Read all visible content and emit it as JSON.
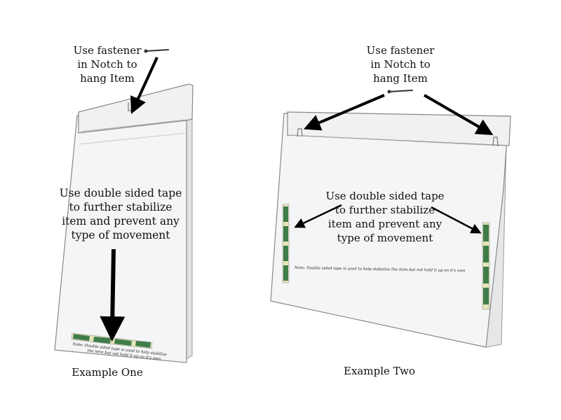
{
  "example_one": {
    "fastener_label": [
      "Use fastener",
      "in Notch to",
      "hang Item"
    ],
    "tape_label": [
      "Use double sided tape",
      "to further stabilize",
      "item and prevent any",
      "type of movement"
    ],
    "note": [
      "Note: Double sided tape is used to help stabilize",
      "the item but not hold it up on it's own"
    ],
    "caption": "Example One"
  },
  "example_two": {
    "fastener_label": [
      "Use fastener",
      "in Notch to",
      "hang Item"
    ],
    "tape_label": [
      "Use double sided tape",
      "to further stabilize",
      "item and prevent any",
      "type of movement"
    ],
    "note": "Note: Double sided tape is used to help stabalize the item but not hold it up on it's own",
    "caption": "Example Two"
  },
  "colors": {
    "panel_fill": "#f3f4f5",
    "panel_stroke": "#8a8a8a",
    "arrow": "#000000",
    "tape_green": "#3e7d4a",
    "tape_yellow": "#e8e4b8"
  }
}
